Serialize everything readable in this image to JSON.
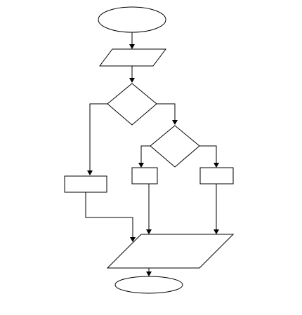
{
  "diagram": {
    "type": "flowchart",
    "nodes": [
      {
        "id": "start",
        "shape": "terminator"
      },
      {
        "id": "input",
        "shape": "data"
      },
      {
        "id": "decision-1",
        "shape": "decision"
      },
      {
        "id": "process-left",
        "shape": "process"
      },
      {
        "id": "decision-2",
        "shape": "decision"
      },
      {
        "id": "process-middle",
        "shape": "process"
      },
      {
        "id": "process-right",
        "shape": "process"
      },
      {
        "id": "output",
        "shape": "data"
      },
      {
        "id": "end",
        "shape": "terminator"
      }
    ],
    "edges": [
      {
        "from": "start",
        "to": "input"
      },
      {
        "from": "input",
        "to": "decision-1"
      },
      {
        "from": "decision-1",
        "to": "process-left"
      },
      {
        "from": "decision-1",
        "to": "decision-2"
      },
      {
        "from": "decision-2",
        "to": "process-middle"
      },
      {
        "from": "decision-2",
        "to": "process-right"
      },
      {
        "from": "process-left",
        "to": "output"
      },
      {
        "from": "process-middle",
        "to": "output"
      },
      {
        "from": "process-right",
        "to": "output"
      },
      {
        "from": "output",
        "to": "end"
      }
    ],
    "colors": {
      "stroke": "#000000",
      "fill": "#ffffff"
    }
  }
}
